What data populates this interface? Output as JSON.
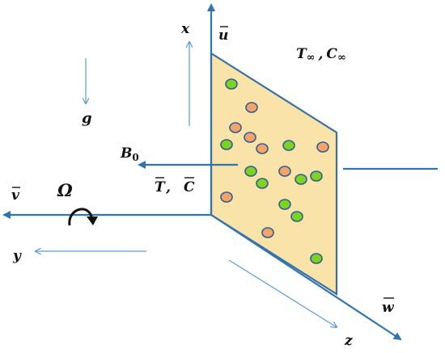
{
  "colors": {
    "axis": "#2f74b5",
    "thin_arrow": "#5b9bd5",
    "plate_fill": "#f9e3a8",
    "plate_edge": "#3a6fa5",
    "particle_green": "#7ed321",
    "particle_orange": "#f4a46a",
    "particle_stroke": "#2e5f93",
    "text": "#111111"
  },
  "labels": {
    "x_axis": "x",
    "y_axis": "y",
    "z_axis": "z",
    "gravity": "g",
    "u_velocity": "u",
    "v_velocity": "v",
    "w_velocity": "w",
    "magnetic_field_base": "B",
    "magnetic_field_sub": "0",
    "omega": "Ω",
    "t_infinity": "T",
    "c_infinity": "C",
    "infinity_sym": "∞",
    "comma": ",",
    "t_bar": "T",
    "c_bar": "C"
  },
  "icons": {
    "rotation": "rotation-arrow-icon"
  },
  "particles": [
    {
      "color": "green"
    },
    {
      "color": "orange"
    },
    {
      "color": "orange"
    },
    {
      "color": "green"
    },
    {
      "color": "orange"
    },
    {
      "color": "orange"
    },
    {
      "color": "green"
    },
    {
      "color": "orange"
    },
    {
      "color": "green"
    },
    {
      "color": "green"
    },
    {
      "color": "orange"
    },
    {
      "color": "green"
    },
    {
      "color": "green"
    },
    {
      "color": "orange"
    },
    {
      "color": "green"
    },
    {
      "color": "green"
    },
    {
      "color": "orange"
    },
    {
      "color": "green"
    }
  ]
}
